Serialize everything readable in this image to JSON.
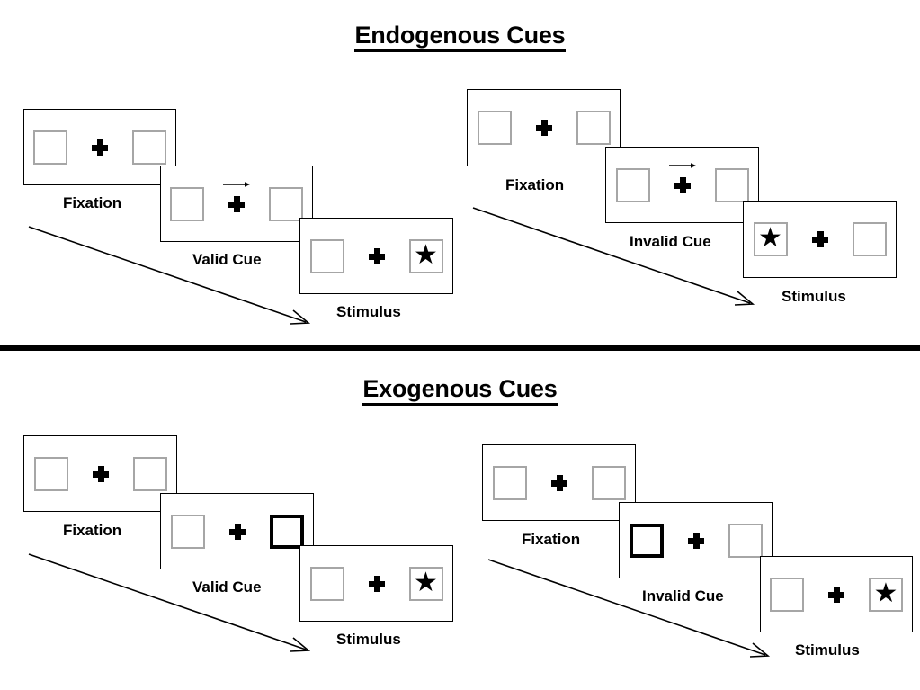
{
  "sections": [
    {
      "title": "Endogenous Cues",
      "cue_type": "arrow",
      "sequences": [
        {
          "name": "valid",
          "panels": [
            {
              "label": "Fixation",
              "left_box": "empty",
              "right_box": "empty",
              "cue": "none",
              "cue_direction": ""
            },
            {
              "label": "Valid Cue",
              "left_box": "empty",
              "right_box": "empty",
              "cue": "arrow",
              "cue_direction": "right"
            },
            {
              "label": "Stimulus",
              "left_box": "empty",
              "right_box": "star",
              "cue": "none",
              "cue_direction": ""
            }
          ]
        },
        {
          "name": "invalid",
          "panels": [
            {
              "label": "Fixation",
              "left_box": "empty",
              "right_box": "empty",
              "cue": "none",
              "cue_direction": ""
            },
            {
              "label": "Invalid Cue",
              "left_box": "empty",
              "right_box": "empty",
              "cue": "arrow",
              "cue_direction": "right"
            },
            {
              "label": "Stimulus",
              "left_box": "star",
              "right_box": "empty",
              "cue": "none",
              "cue_direction": ""
            }
          ]
        }
      ]
    },
    {
      "title": "Exogenous Cues",
      "cue_type": "box-highlight",
      "sequences": [
        {
          "name": "valid",
          "panels": [
            {
              "label": "Fixation",
              "left_box": "empty",
              "right_box": "empty",
              "cue": "none",
              "cue_direction": ""
            },
            {
              "label": "Valid Cue",
              "left_box": "empty",
              "right_box": "cued",
              "cue": "box-highlight",
              "cue_direction": "right"
            },
            {
              "label": "Stimulus",
              "left_box": "empty",
              "right_box": "star",
              "cue": "none",
              "cue_direction": ""
            }
          ]
        },
        {
          "name": "invalid",
          "panels": [
            {
              "label": "Fixation",
              "left_box": "empty",
              "right_box": "empty",
              "cue": "none",
              "cue_direction": ""
            },
            {
              "label": "Invalid Cue",
              "left_box": "cued",
              "right_box": "empty",
              "cue": "box-highlight",
              "cue_direction": "left"
            },
            {
              "label": "Stimulus",
              "left_box": "empty",
              "right_box": "star",
              "cue": "none",
              "cue_direction": ""
            }
          ]
        }
      ]
    }
  ],
  "glyphs": {
    "star": "★",
    "fixation_cross": "plus-cross",
    "arrow_cue": "right-arrow",
    "flow_arrow": "diagonal-down-right-arrow"
  },
  "colors": {
    "box_border": "#a6a6a6",
    "cued_box_border": "#000000",
    "panel_border": "#000000",
    "text": "#000000",
    "background": "#ffffff",
    "divider": "#000000"
  }
}
